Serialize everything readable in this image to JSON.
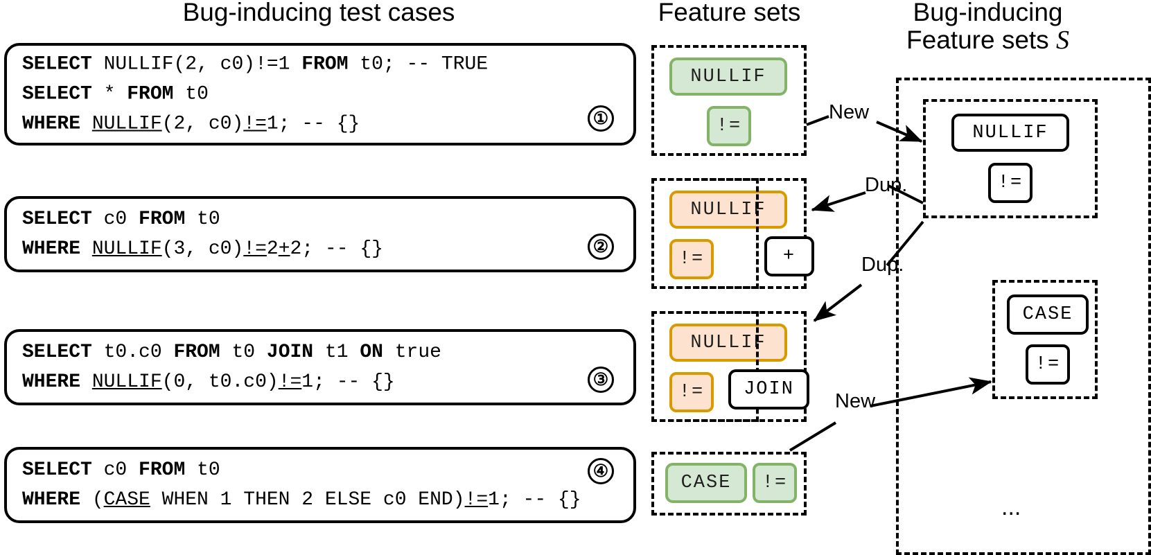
{
  "headers": {
    "tests": "Bug-inducing test cases",
    "feature_sets": "Feature sets",
    "bug_inducing_feature_sets": "Bug-inducing\nFeature sets ",
    "bug_inducing_symbol": "S"
  },
  "test_cases": [
    {
      "number": "①",
      "lines": [
        [
          {
            "t": "SELECT",
            "b": true
          },
          {
            "t": " NULLIF(2, c0)!=1 ",
            "b": false
          },
          {
            "t": "FROM",
            "b": true
          },
          {
            "t": " t0; -- TRUE",
            "b": false
          }
        ],
        [
          {
            "t": "SELECT",
            "b": true
          },
          {
            "t": " * ",
            "b": false
          },
          {
            "t": "FROM",
            "b": true
          },
          {
            "t": " t0",
            "b": false
          }
        ],
        [
          {
            "t": "WHERE",
            "b": true
          },
          {
            "t": " ",
            "b": false
          },
          {
            "t": "NULLIF",
            "b": false,
            "u": true
          },
          {
            "t": "(2, c0)",
            "b": false
          },
          {
            "t": "!=",
            "b": false,
            "u": true
          },
          {
            "t": "1; -- {}",
            "b": false
          }
        ]
      ]
    },
    {
      "number": "②",
      "lines": [
        [
          {
            "t": "SELECT",
            "b": true
          },
          {
            "t": " c0 ",
            "b": false
          },
          {
            "t": "FROM",
            "b": true
          },
          {
            "t": " t0",
            "b": false
          }
        ],
        [
          {
            "t": "WHERE",
            "b": true
          },
          {
            "t": " ",
            "b": false
          },
          {
            "t": "NULLIF",
            "b": false,
            "u": true
          },
          {
            "t": "(3, c0)",
            "b": false
          },
          {
            "t": "!=",
            "b": false,
            "u": true
          },
          {
            "t": "2",
            "b": false
          },
          {
            "t": "+",
            "b": false,
            "u": true
          },
          {
            "t": "2; -- {}",
            "b": false
          }
        ]
      ]
    },
    {
      "number": "③",
      "lines": [
        [
          {
            "t": "SELECT",
            "b": true
          },
          {
            "t": " t0.c0 ",
            "b": false
          },
          {
            "t": "FROM",
            "b": true
          },
          {
            "t": " t0 ",
            "b": false
          },
          {
            "t": "JOIN",
            "b": true
          },
          {
            "t": " t1 ",
            "b": false
          },
          {
            "t": "ON",
            "b": true
          },
          {
            "t": " true",
            "b": false
          }
        ],
        [
          {
            "t": "WHERE",
            "b": true
          },
          {
            "t": " ",
            "b": false
          },
          {
            "t": "NULLIF",
            "b": false,
            "u": true
          },
          {
            "t": "(0, t0.c0)",
            "b": false
          },
          {
            "t": "!=",
            "b": false,
            "u": true
          },
          {
            "t": "1; -- {}",
            "b": false
          }
        ]
      ]
    },
    {
      "number": "④",
      "lines": [
        [
          {
            "t": "SELECT",
            "b": true
          },
          {
            "t": " c0 ",
            "b": false
          },
          {
            "t": "FROM",
            "b": true
          },
          {
            "t": " t0",
            "b": false
          }
        ],
        [
          {
            "t": "WHERE",
            "b": true
          },
          {
            "t": " (",
            "b": false
          },
          {
            "t": "CASE",
            "b": false,
            "u": true
          },
          {
            "t": " WHEN 1 THEN 2 ELSE c0 END)",
            "b": false
          },
          {
            "t": "!=",
            "b": false,
            "u": true
          },
          {
            "t": "1; -- {}",
            "b": false
          }
        ]
      ]
    }
  ],
  "feature_sets": [
    {
      "id": "fs1",
      "chips": [
        {
          "label": "NULLIF",
          "style": "green"
        },
        {
          "label": "!=",
          "style": "green"
        }
      ],
      "extra": []
    },
    {
      "id": "fs2",
      "chips": [
        {
          "label": "NULLIF",
          "style": "orange"
        },
        {
          "label": "!=",
          "style": "orange"
        }
      ],
      "extra": [
        {
          "label": "+",
          "style": "plain"
        }
      ]
    },
    {
      "id": "fs3",
      "chips": [
        {
          "label": "NULLIF",
          "style": "orange"
        },
        {
          "label": "!=",
          "style": "orange"
        }
      ],
      "extra": [
        {
          "label": "JOIN",
          "style": "plain"
        }
      ]
    },
    {
      "id": "fs4",
      "chips": [
        {
          "label": "CASE",
          "style": "green"
        },
        {
          "label": "!=",
          "style": "green"
        }
      ],
      "extra": []
    }
  ],
  "bug_inducing_sets": [
    {
      "id": "bis1",
      "chips": [
        {
          "label": "NULLIF",
          "style": "plain"
        },
        {
          "label": "!=",
          "style": "plain"
        }
      ]
    },
    {
      "id": "bis2",
      "chips": [
        {
          "label": "CASE",
          "style": "plain"
        },
        {
          "label": "!=",
          "style": "plain"
        }
      ]
    }
  ],
  "ellipsis": "...",
  "arrows": [
    {
      "id": "arrow-new-1",
      "label": "New"
    },
    {
      "id": "arrow-dup-1",
      "label": "Dup."
    },
    {
      "id": "arrow-dup-2",
      "label": "Dup."
    },
    {
      "id": "arrow-new-2",
      "label": "New"
    }
  ],
  "colors": {
    "green_fill": "#d5e8d4",
    "green_border": "#82b366",
    "orange_fill": "#fde3cf",
    "orange_border": "#d79b00",
    "stroke": "#000000",
    "background": "#ffffff"
  }
}
